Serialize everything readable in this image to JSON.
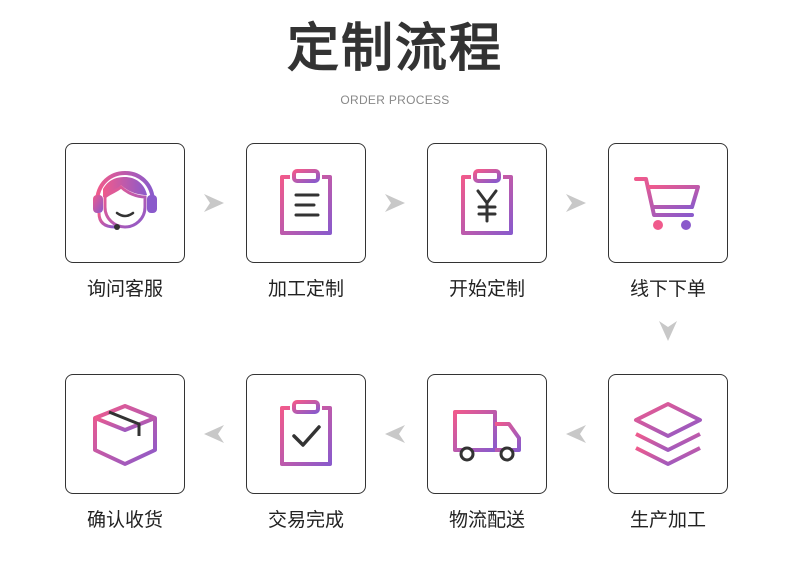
{
  "header": {
    "title": "定制流程",
    "subtitle": "ORDER PROCESS"
  },
  "steps": [
    {
      "label": "询问客服",
      "icon": "customer-service-icon"
    },
    {
      "label": "加工定制",
      "icon": "clipboard-list-icon"
    },
    {
      "label": "开始定制",
      "icon": "clipboard-yen-icon"
    },
    {
      "label": "线下下单",
      "icon": "shopping-cart-icon"
    },
    {
      "label": "生产加工",
      "icon": "layers-icon"
    },
    {
      "label": "物流配送",
      "icon": "delivery-truck-icon"
    },
    {
      "label": "交易完成",
      "icon": "clipboard-check-icon"
    },
    {
      "label": "确认收货",
      "icon": "package-box-icon"
    }
  ],
  "colors": {
    "gradient_start": "#F05A8C",
    "gradient_end": "#8A5ACB",
    "arrow": "#C8C8C8",
    "border": "#333333",
    "text": "#333333"
  }
}
